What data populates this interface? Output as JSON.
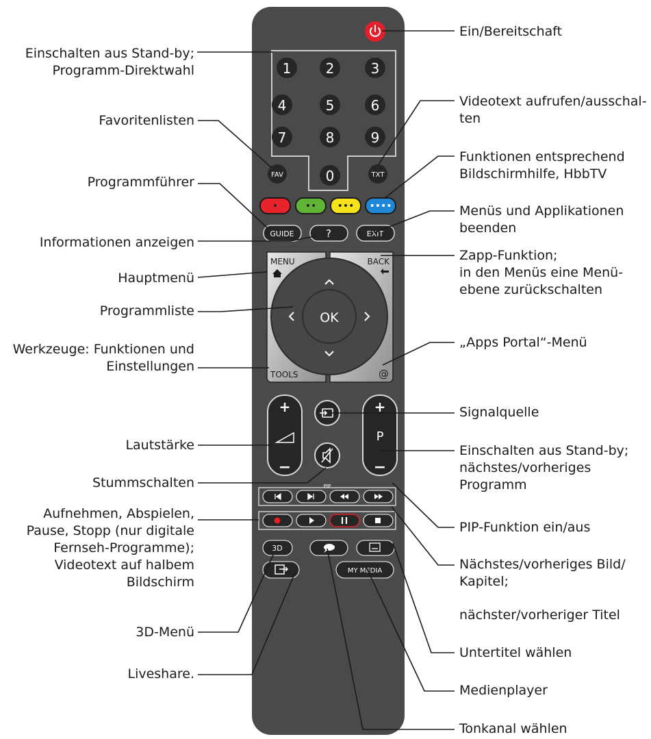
{
  "colors": {
    "remote_body": "#4a4a4a",
    "button_dark": "#2a2a2a",
    "power_red": "#e0202a",
    "red": "#e8232b",
    "green": "#5fb435",
    "yellow": "#f5e21b",
    "blue": "#1f87d6",
    "dpad_silver": "#c4c4c4",
    "line": "#1a1a1a"
  },
  "remote": {
    "power_icon": "power-icon",
    "digits": [
      "1",
      "2",
      "3",
      "4",
      "5",
      "6",
      "7",
      "8",
      "9",
      "0"
    ],
    "fav": "FAV",
    "txt": "TXT",
    "color_dots": [
      "•",
      "••",
      "•••",
      "••••"
    ],
    "guide": "GUIDE",
    "help": "?",
    "exit": "EXIT",
    "menu": "MENU",
    "back": "BACK",
    "ok": "OK",
    "tools": "TOOLS",
    "at": "@",
    "vol_plus": "+",
    "vol_minus": "−",
    "prog_plus": "+",
    "prog_p": "P",
    "prog_minus": "−",
    "pip": "PIP",
    "three_d": "3D",
    "my_media": "MY MEDIA"
  },
  "labels_left": {
    "standby_direct": [
      "Einschalten aus Stand-by;",
      "Programm-Direktwahl"
    ],
    "favorites": [
      "Favoritenlisten"
    ],
    "guide": [
      "Programmführer"
    ],
    "info": [
      "Informationen anzeigen"
    ],
    "main_menu": [
      "Hauptmenü"
    ],
    "prog_list": [
      "Programmliste"
    ],
    "tools": [
      "Werkzeuge: Funktionen und",
      "Einstellungen"
    ],
    "volume": [
      "Lautstärke"
    ],
    "mute": [
      "Stummschalten"
    ],
    "record": [
      "Aufnehmen, Abspielen,",
      "Pause, Stopp (nur digitale",
      "Fernseh-Programme);",
      "Videotext auf halbem",
      "Bildschirm"
    ],
    "menu3d": [
      "3D-Menü"
    ],
    "liveshare": [
      "Liveshare."
    ]
  },
  "labels_right": {
    "power": [
      "Ein/Bereitschaft"
    ],
    "teletext": [
      "Videotext aufrufen/ausschal-",
      "ten"
    ],
    "functions": [
      "Funktionen entsprechend",
      "Bildschirmhilfe, HbbTV"
    ],
    "exit": [
      "Menüs und Applikationen",
      "beenden"
    ],
    "zapp": [
      "Zapp-Funktion;",
      "in den Menüs eine Menü-",
      "ebene zurückschalten"
    ],
    "apps": [
      "„Apps Portal“-Menü"
    ],
    "source": [
      "Signalquelle"
    ],
    "standby_next": [
      "Einschalten aus Stand-by;",
      "nächstes/vorheriges",
      "Programm"
    ],
    "pip": [
      "PIP-Funktion ein/aus"
    ],
    "next_image": [
      "Nächstes/vorheriges Bild/",
      "Kapitel;"
    ],
    "next_title": [
      "nächster/vorheriger Titel"
    ],
    "subtitle": [
      "Untertitel wählen"
    ],
    "media_player": [
      "Medienplayer"
    ],
    "audio_channel": [
      "Tonkanal wählen"
    ]
  }
}
